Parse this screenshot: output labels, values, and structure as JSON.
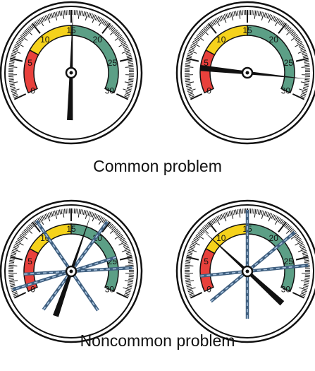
{
  "captions": {
    "common": "Common problem",
    "noncommon": "Noncommon problem"
  },
  "gauge_scale": {
    "min": 0,
    "max": 30,
    "labels": [
      "0",
      "5",
      "10",
      "15",
      "20",
      "25",
      "30"
    ],
    "bands": [
      {
        "from": 0,
        "to": 7,
        "color": "#e8413c"
      },
      {
        "from": 7,
        "to": 15,
        "color": "#f5d21b"
      },
      {
        "from": 15,
        "to": 30,
        "color": "#5c9f86"
      }
    ]
  },
  "colors": {
    "needle": "#111111",
    "ghost_needle": "#3f5f7f",
    "ghost_dash": "#a9c3de"
  },
  "gauges": [
    {
      "group": "common",
      "needles": [
        {
          "value": 15.2,
          "style": "solid"
        }
      ]
    },
    {
      "group": "common",
      "needles": [
        {
          "value": 27.5,
          "style": "solid"
        }
      ]
    },
    {
      "group": "noncommon",
      "needles": [
        {
          "value": 17.5,
          "style": "solid"
        },
        {
          "value": 10.5,
          "style": "ghost"
        },
        {
          "value": 19.7,
          "style": "ghost"
        },
        {
          "value": 26.3,
          "style": "ghost"
        },
        {
          "value": 1.0,
          "style": "ghost"
        }
      ]
    },
    {
      "group": "noncommon",
      "needles": [
        {
          "value": 8.8,
          "style": "solid"
        },
        {
          "value": 15.0,
          "style": "ghost"
        },
        {
          "value": 21.6,
          "style": "ghost"
        },
        {
          "value": 26.0,
          "style": "ghost"
        }
      ]
    }
  ]
}
